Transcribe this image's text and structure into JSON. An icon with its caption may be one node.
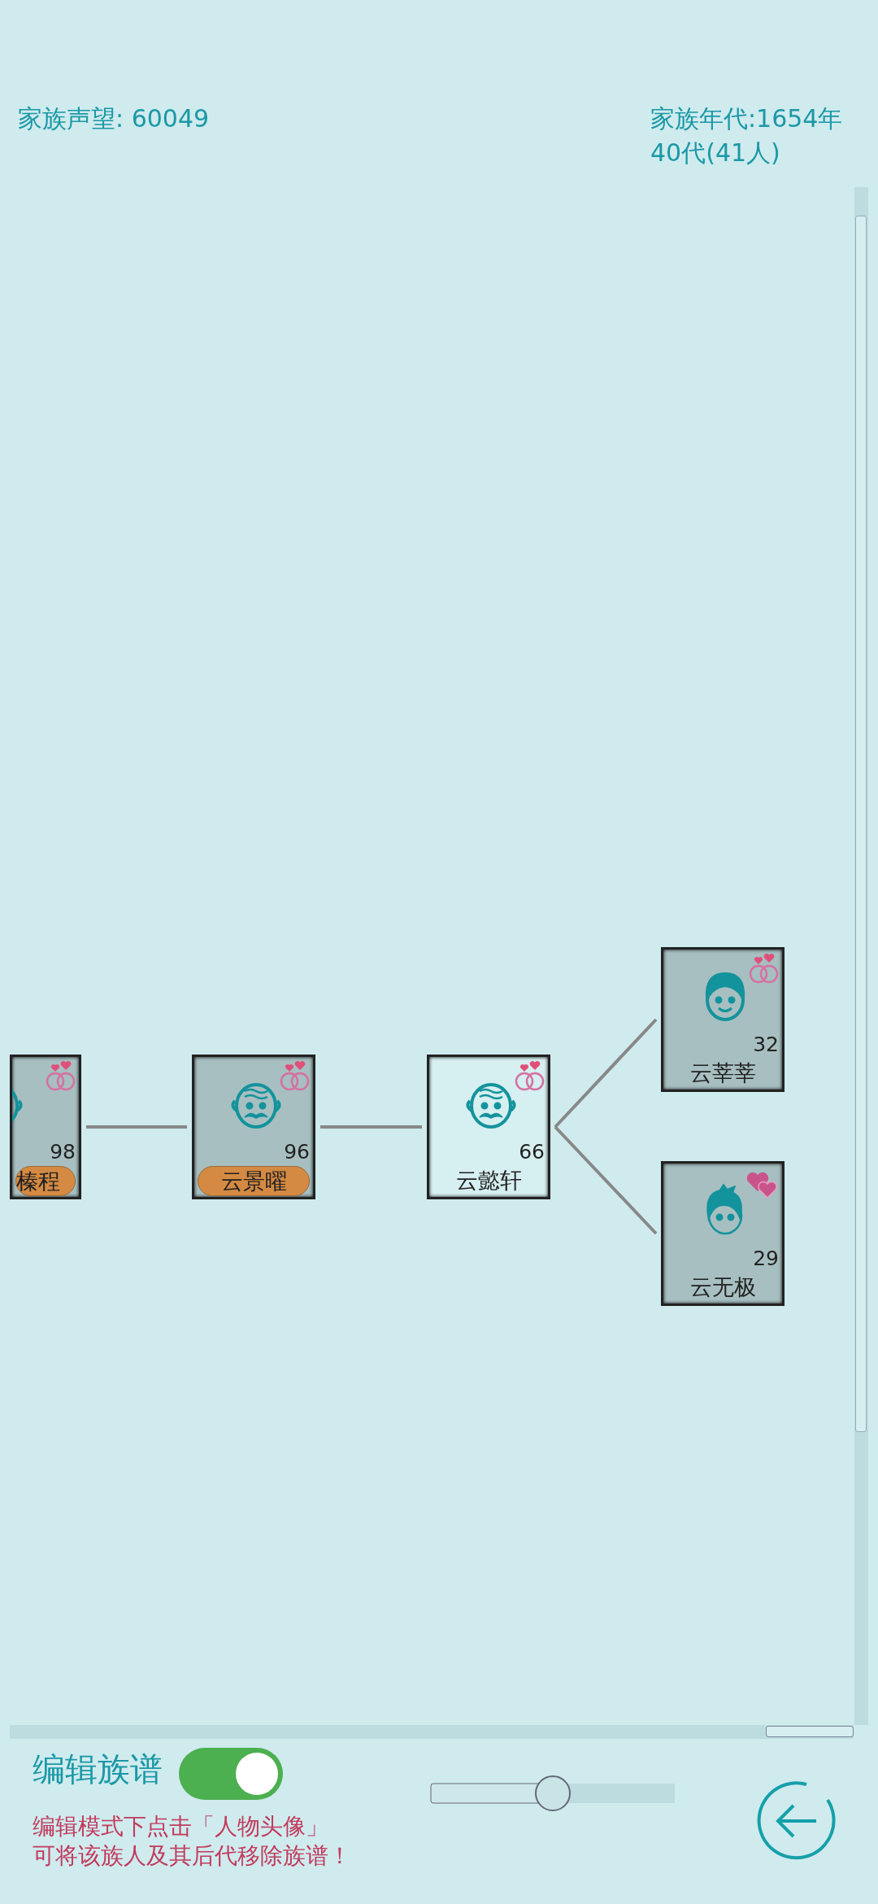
{
  "diagram": {
    "nodes": [
      {
        "text": [
          "98",
          "榛程"
        ]
      },
      {
        "text": [
          "96",
          "云景曜"
        ]
      },
      {
        "text": [
          "66",
          "云懿轩"
        ]
      },
      {
        "text": [
          "32",
          "云莘莘"
        ]
      },
      {
        "text": [
          "29",
          "云无极"
        ]
      }
    ],
    "edges": [
      {
        "from": 0,
        "to": 1,
        "arrow": "none"
      },
      {
        "from": 1,
        "to": 2,
        "arrow": "none"
      },
      {
        "from": 2,
        "to": 3,
        "arrow": "none"
      },
      {
        "from": 2,
        "to": 4,
        "arrow": "none"
      }
    ],
    "labels": [
      "家族声望: 60049",
      "家族年代:1654年",
      "40代(41人)",
      "编辑族谱",
      "编辑模式下点击「人物头像」",
      "可将该族人及其后代移除族谱！"
    ]
  }
}
